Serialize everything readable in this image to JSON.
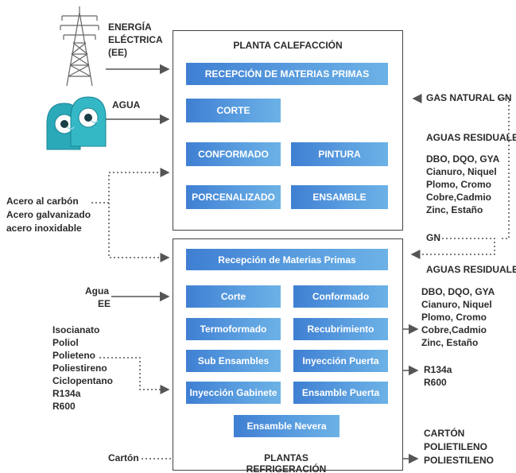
{
  "inputs": {
    "energy": [
      "ENERGÍA",
      "ELÉCTRICA",
      "(EE)"
    ],
    "water": "AGUA",
    "steel": [
      "Acero al carbón",
      "Acero galvanizado",
      "acero inoxidable"
    ],
    "water_ee": [
      "Agua",
      "EE"
    ],
    "chemicals": [
      "Isocianato",
      "Poliol",
      "Polieteno",
      "Poliestireno",
      "Ciclopentano",
      "R134a",
      "R600"
    ],
    "carton": "Cartón"
  },
  "plant_heating": {
    "title": "PLANTA CALEFACCIÓN",
    "boxes": [
      "RECEPCIÓN DE MATERIAS PRIMAS",
      "CORTE",
      "CONFORMADO",
      "PINTURA",
      "PORCENALIZADO",
      "ENSAMBLE"
    ]
  },
  "plant_refrigeration": {
    "title": "PLANTAS REFRIGERACIÓN",
    "boxes": [
      "Recepción de Materias Primas",
      "Corte",
      "Conformado",
      "Termoformado",
      "Recubrimiento",
      "Sub Ensambles",
      "Inyección Puerta",
      "Inyección Gabinete",
      "Ensamble Puerta",
      "Ensamble Nevera"
    ]
  },
  "outputs": {
    "gas": "GAS NATURAL GN",
    "waste_title_1": "AGUAS RESIDUALES",
    "pollutants_1": [
      "DBO, DQO, GYA",
      "Cianuro, Niquel",
      "Plomo, Cromo",
      "Cobre,Cadmio",
      "Zinc, Estaño"
    ],
    "gn": "GN",
    "waste_title_2": "AGUAS RESIDUALES",
    "pollutants_2": [
      "DBO, DQO, GYA",
      "Cianuro, Niquel",
      "Plomo, Cromo",
      "Cobre,Cadmio",
      "Zinc, Estaño"
    ],
    "refrigerants": [
      "R134a",
      "R600"
    ],
    "packaging": [
      "CARTÓN",
      "POLIETILENO",
      "POLIESTILENO"
    ]
  },
  "colors": {
    "box_start": "#3f7fd3",
    "box_end": "#6cb2e6",
    "arrow": "#555555",
    "icon_teal": "#2aa9b8"
  }
}
